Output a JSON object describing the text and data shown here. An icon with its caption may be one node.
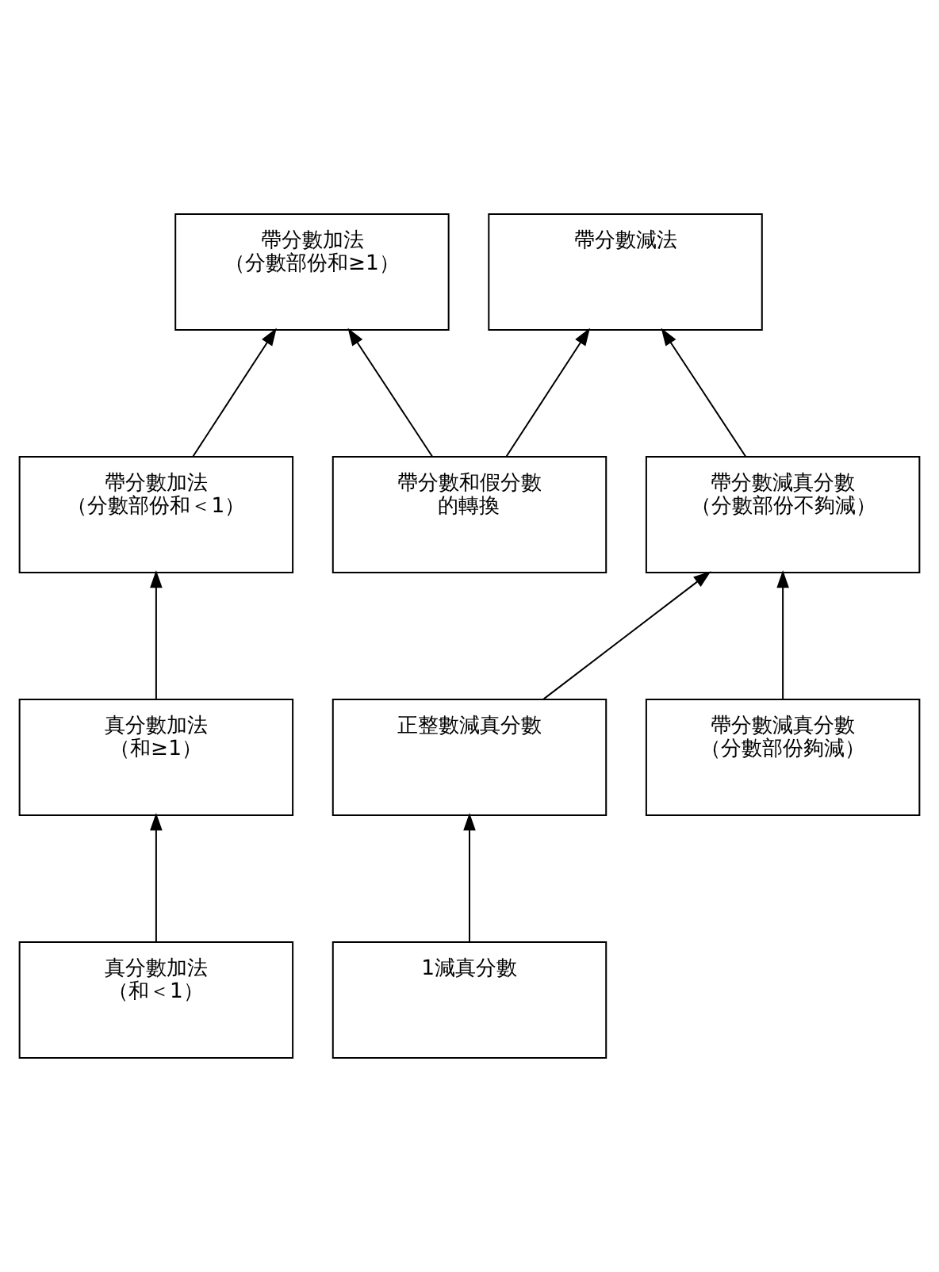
{
  "diagram": {
    "nodes": [
      {
        "text": [
          "帶分數加法",
          "（分數部份和≥1）"
        ]
      },
      {
        "text": [
          "帶分數減法"
        ]
      },
      {
        "text": [
          "帶分數加法",
          "（分數部份和＜1）"
        ]
      },
      {
        "text": [
          "帶分數和假分數的轉換"
        ]
      },
      {
        "text": [
          "帶分數減真分數",
          "（分數部份不夠減）"
        ]
      },
      {
        "text": [
          "真分數加法",
          "（和≥1）"
        ]
      },
      {
        "text": [
          "正整數減真分數"
        ]
      },
      {
        "text": [
          "帶分數減真分數",
          "（分數部份夠減）"
        ]
      },
      {
        "text": [
          "真分數加法",
          "（和＜1）"
        ]
      },
      {
        "text": [
          "1減真分數"
        ]
      }
    ],
    "edges": [
      {
        "from": 2,
        "to": 0,
        "arrow": "to"
      },
      {
        "from": 3,
        "to": 0,
        "arrow": "to"
      },
      {
        "from": 3,
        "to": 1,
        "arrow": "to"
      },
      {
        "from": 4,
        "to": 1,
        "arrow": "to"
      },
      {
        "from": 5,
        "to": 2,
        "arrow": "to"
      },
      {
        "from": 6,
        "to": 4,
        "arrow": "to"
      },
      {
        "from": 7,
        "to": 4,
        "arrow": "to"
      },
      {
        "from": 8,
        "to": 5,
        "arrow": "to"
      },
      {
        "from": 9,
        "to": 6,
        "arrow": "to"
      }
    ]
  }
}
